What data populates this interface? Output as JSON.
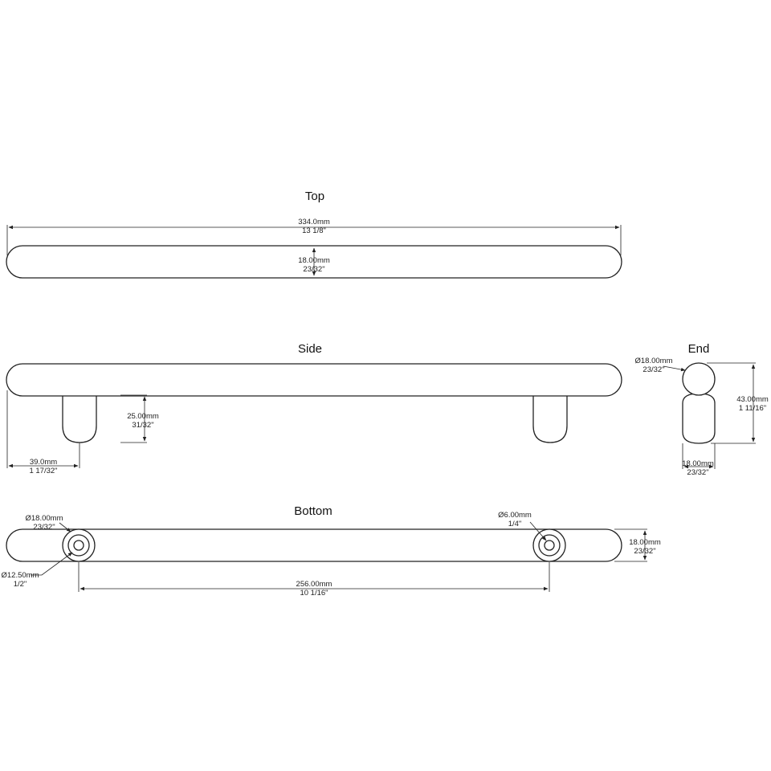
{
  "views": {
    "top": "Top",
    "side": "Side",
    "end": "End",
    "bottom": "Bottom"
  },
  "dimensions": {
    "top_length": {
      "mm": "334.0mm",
      "inch": "13 1/8\""
    },
    "top_width": {
      "mm": "18.00mm",
      "inch": "23/32\""
    },
    "side_post_height": {
      "mm": "25.00mm",
      "inch": "31/32\""
    },
    "side_post_offset": {
      "mm": "39.0mm",
      "inch": "1 17/32\""
    },
    "end_diameter": {
      "mm": "Ø18.00mm",
      "inch": "23/32\""
    },
    "end_height": {
      "mm": "43.00mm",
      "inch": "1 11/16\""
    },
    "end_width": {
      "mm": "18.00mm",
      "inch": "23/32\""
    },
    "bottom_post_diameter": {
      "mm": "Ø18.00mm",
      "inch": "23/32\""
    },
    "bottom_inner_diameter": {
      "mm": "Ø12.50mm",
      "inch": "1/2\""
    },
    "bottom_hole_diameter": {
      "mm": "Ø6.00mm",
      "inch": "1/4\""
    },
    "bottom_width": {
      "mm": "18.00mm",
      "inch": "23/32\""
    },
    "hole_spacing": {
      "mm": "256.00mm",
      "inch": "10 1/16\""
    }
  },
  "colors": {
    "line": "#222222",
    "background": "#ffffff"
  }
}
